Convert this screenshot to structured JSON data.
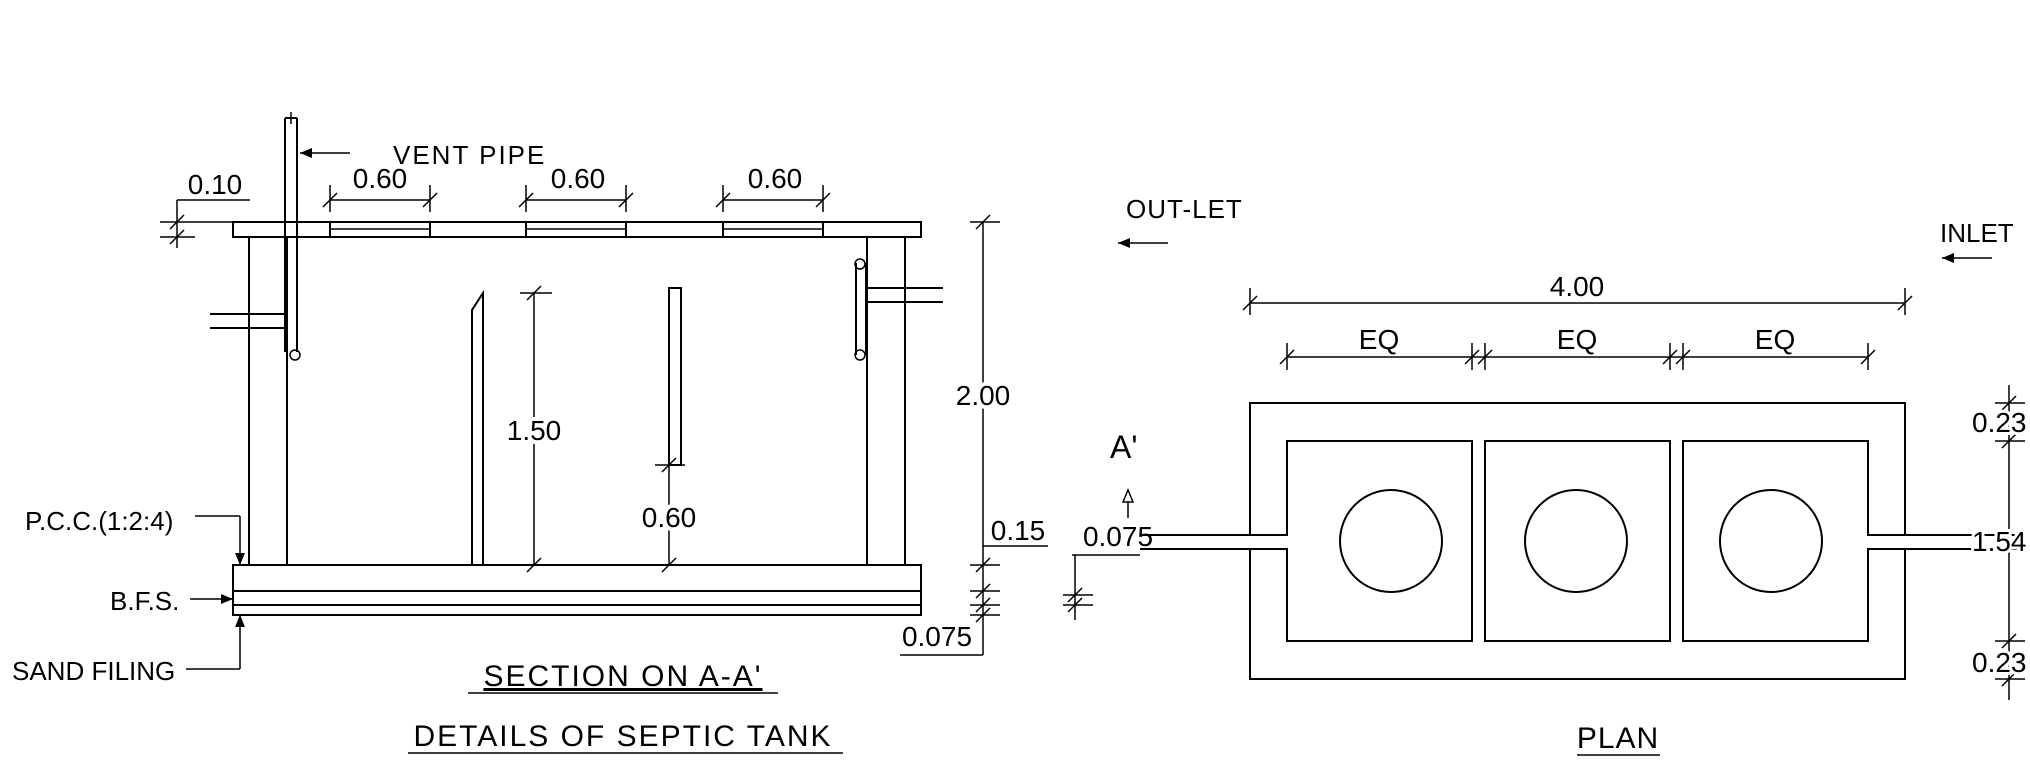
{
  "section": {
    "vent_pipe": "VENT PIPE",
    "dim_top_0": "0.60",
    "dim_top_1": "0.60",
    "dim_top_2": "0.60",
    "dim_slab": "0.10",
    "dim_baffle": "1.50",
    "dim_gap": "0.60",
    "dim_height": "2.00",
    "dim_base": "0.15",
    "dim_bfs": "0.075",
    "pcc": "P.C.C.(1:2:4)",
    "bfs": "B.F.S.",
    "sand": "SAND FILING",
    "title": "SECTION ON A-A'",
    "subtitle": "DETAILS OF SEPTIC TANK"
  },
  "plan": {
    "outlet": "OUT-LET",
    "inlet": "INLET",
    "dim_total": "4.00",
    "eq_0": "EQ",
    "eq_1": "EQ",
    "eq_2": "EQ",
    "section_mark": "A'",
    "dim_marker": "0.075",
    "dim_wall_top": "0.23",
    "dim_width": "1.54",
    "dim_wall_bottom": "0.23",
    "title": "PLAN"
  },
  "colors": {
    "ink": "#000000",
    "paper": "#ffffff"
  }
}
